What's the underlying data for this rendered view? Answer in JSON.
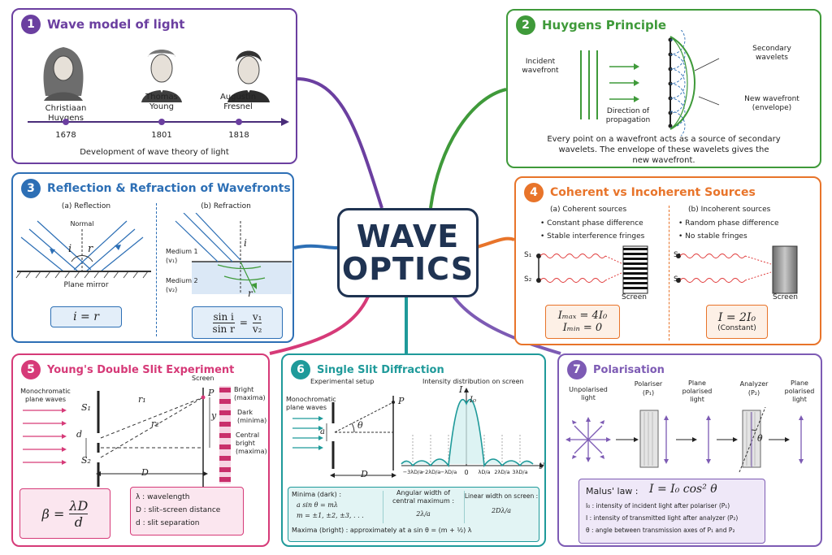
{
  "center": {
    "line1": "WAVE",
    "line2": "OPTICS"
  },
  "colors": {
    "purple": "#6b3fa0",
    "green": "#3f9a3a",
    "blue": "#2d6fb5",
    "orange": "#e8742a",
    "pink": "#d63a78",
    "teal": "#1f9a9a",
    "violet": "#7d5bb4"
  },
  "p1": {
    "num": "1",
    "title": "Wave model of light",
    "people": [
      {
        "first": "Christiaan",
        "last": "Huygens",
        "year": "1678"
      },
      {
        "first": "Thomas",
        "last": "Young",
        "year": "1801"
      },
      {
        "first": "Augustin",
        "last": "Fresnel",
        "year": "1818"
      }
    ],
    "caption": "Development of wave theory of light"
  },
  "p2": {
    "num": "2",
    "title": "Huygens Principle",
    "incident": [
      "Incident",
      "wavefront"
    ],
    "direction": [
      "Direction of",
      "propagation"
    ],
    "secondary": [
      "Secondary",
      "wavelets"
    ],
    "newfront": [
      "New wavefront",
      "(envelope)"
    ],
    "caption": [
      "Every point on a wavefront acts as a source of secondary",
      "wavelets. The envelope of these wavelets gives the",
      "new wavefront."
    ]
  },
  "p3": {
    "num": "3",
    "title": "Reflection & Refraction of Wavefronts",
    "a": "(a) Reflection",
    "b": "(b) Refraction",
    "normal": "Normal",
    "mirror": "Plane mirror",
    "medium1": [
      "Medium 1",
      "(v₁)"
    ],
    "medium2": [
      "Medium 2",
      "(v₂)"
    ],
    "i": "i",
    "r": "r",
    "law1": "i = r",
    "law2": {
      "num1": "sin i",
      "den1": "sin r",
      "eq": "=",
      "num2": "v₁",
      "den2": "v₂"
    }
  },
  "p4": {
    "num": "4",
    "title": "Coherent vs Incoherent Sources",
    "a": "(a)  Coherent sources",
    "b": "(b)  Incoherent sources",
    "a_points": [
      "Constant phase difference",
      "Stable interference fringes"
    ],
    "b_points": [
      "Random phase difference",
      "No stable fringes"
    ],
    "s1": "S₁",
    "s2": "S₂",
    "screen": "Screen",
    "a_f1": "Iₘₐₓ = 4I₀",
    "a_f2": "Iₘᵢₙ = 0",
    "b_f1": "I = 2I₀",
    "b_f2": "(Constant)"
  },
  "p5": {
    "num": "5",
    "title": "Young's Double Slit Experiment",
    "source": [
      "Monochromatic",
      "plane waves"
    ],
    "screen": "Screen",
    "P": "P",
    "bright": [
      "Bright",
      "(maxima)"
    ],
    "dark": [
      "Dark",
      "(minima)"
    ],
    "central": [
      "Central",
      "bright",
      "(maxima)"
    ],
    "S1": "S₁",
    "S2": "S₂",
    "d": "d",
    "r1": "r₁",
    "r2": "r₂",
    "y": "y",
    "D": "D",
    "formula": {
      "lhs": "β =",
      "num": "λD",
      "den": "d"
    },
    "legend": [
      "λ :  wavelength",
      "D :  slit–screen distance",
      "d :  slit separation"
    ]
  },
  "p6": {
    "num": "6",
    "title": "Single Slit Diffraction",
    "setup": "Experimental setup",
    "dist": "Intensity distribution on screen",
    "source": [
      "Monochromatic",
      "plane waves"
    ],
    "a": "a",
    "theta": "θ",
    "P": "P",
    "D": "D",
    "I": "I",
    "I0": "I₀",
    "yaxis": "y",
    "ticks": [
      "−3λD/a",
      "−2λD/a",
      "−λD/a",
      "0",
      "λD/a",
      "2λD/a",
      "3λD/a"
    ],
    "minima_title": "Minima (dark) :",
    "minima_1": "a sin θ = mλ",
    "minima_2": "m = ±1, ±2, ±3, . . .",
    "angular_title": [
      "Angular width of",
      "central maximum :"
    ],
    "angular_val": "2λ/a",
    "linear_title": "Linear width on screen :",
    "linear_val": "2Dλ/a",
    "maxima": "Maxima (bright) :  approximately at  a sin θ = (m + ½) λ"
  },
  "p7": {
    "num": "7",
    "title": "Polarisation",
    "unpol": [
      "Unpolarised",
      "light"
    ],
    "polariser": [
      "Polariser",
      "(P₁)"
    ],
    "plane1": [
      "Plane",
      "polarised",
      "light"
    ],
    "analyzer": [
      "Analyzer",
      "(P₂)"
    ],
    "plane2": [
      "Plane",
      "polarised",
      "light"
    ],
    "theta": "θ",
    "malus_label": "Malus' law :",
    "malus_formula": "I = I₀ cos² θ",
    "defs": [
      "I₀ :  intensity of incident light after polariser (P₁)",
      "I :  intensity of transmitted light after analyzer (P₂)",
      "θ :  angle between transmission axes of P₁ and P₂"
    ]
  }
}
